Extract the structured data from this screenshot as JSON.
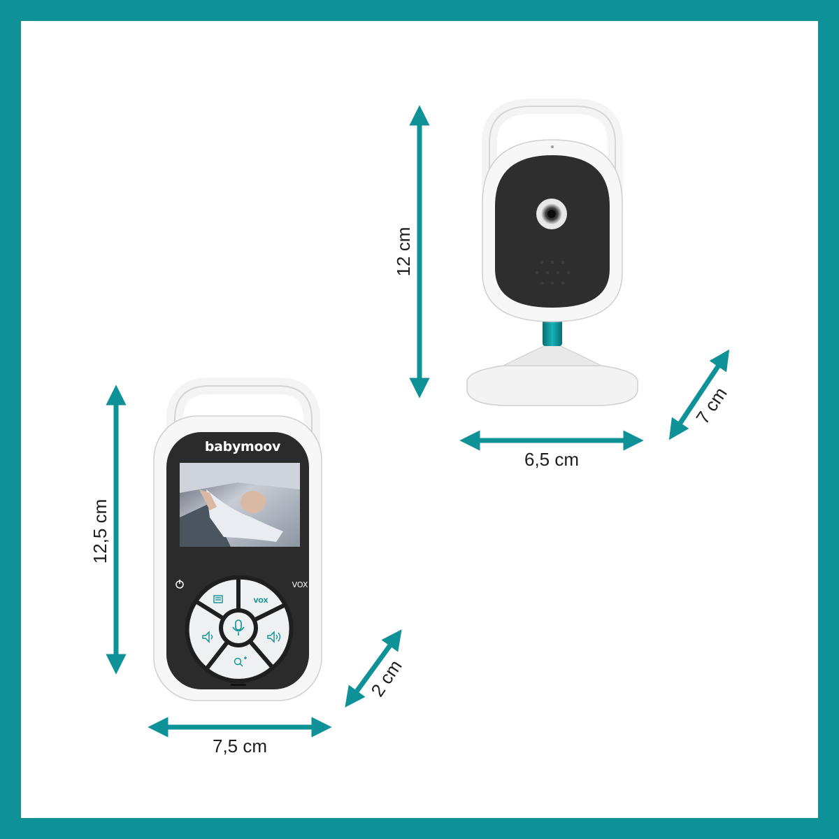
{
  "colors": {
    "frame": "#0e9298",
    "accent": "#0e9298",
    "device_body": "#ffffff",
    "device_face": "#2b2b2b",
    "text": "#1d1d1d"
  },
  "camera": {
    "height_label": "12 cm",
    "width_label": "6,5 cm",
    "depth_label": "7 cm"
  },
  "monitor": {
    "brand": "babymoov",
    "vox_label": "VOX",
    "vox_button_label": "VOX",
    "height_label": "12,5 cm",
    "width_label": "7,5 cm",
    "depth_label": "2 cm",
    "icons": [
      "power-icon",
      "menu-icon",
      "volume-down-icon",
      "microphone-icon",
      "volume-up-icon",
      "zoom-icon"
    ]
  }
}
